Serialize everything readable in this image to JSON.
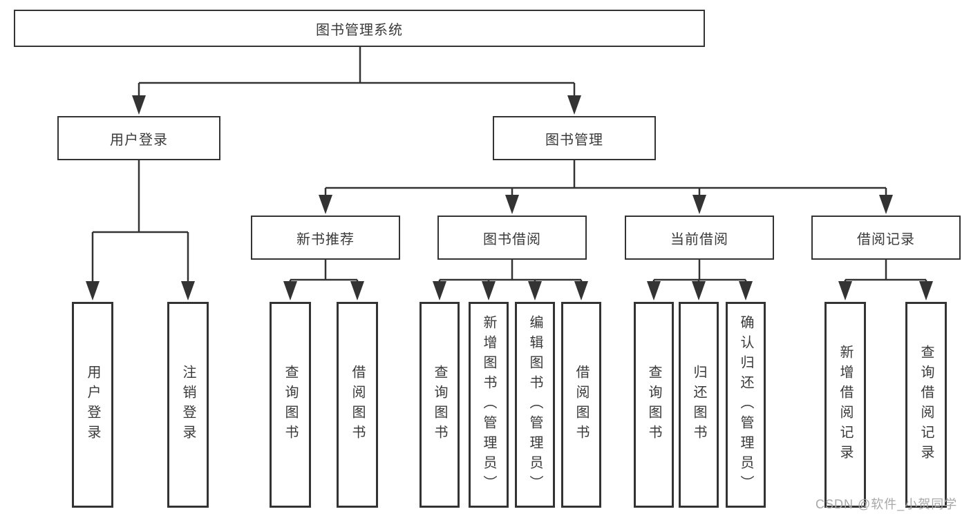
{
  "colors": {
    "line": "#333333",
    "text": "#3a3a3a",
    "watermark": "#a8a8a8",
    "background": "#ffffff",
    "box_bg": "#ffffff"
  },
  "watermark": "CSDN @软件_小贺同学",
  "tree": {
    "root": {
      "label": "图书管理系统"
    },
    "branches": [
      {
        "label": "用户登录",
        "children": [
          {
            "label": "用户登录"
          },
          {
            "label": "注销登录"
          }
        ]
      },
      {
        "label": "图书管理",
        "sections": [
          {
            "label": "新书推荐",
            "children": [
              {
                "label": "查询图书"
              },
              {
                "label": "借阅图书"
              }
            ]
          },
          {
            "label": "图书借阅",
            "children": [
              {
                "label": "查询图书"
              },
              {
                "label": "新增图书（管理员）"
              },
              {
                "label": "编辑图书（管理员）"
              },
              {
                "label": "借阅图书"
              }
            ]
          },
          {
            "label": "当前借阅",
            "children": [
              {
                "label": "查询图书"
              },
              {
                "label": "归还图书"
              },
              {
                "label": "确认归还（管理员）"
              }
            ]
          },
          {
            "label": "借阅记录",
            "children": [
              {
                "label": "新增借阅记录"
              },
              {
                "label": "查询借阅记录"
              }
            ]
          }
        ]
      }
    ]
  }
}
